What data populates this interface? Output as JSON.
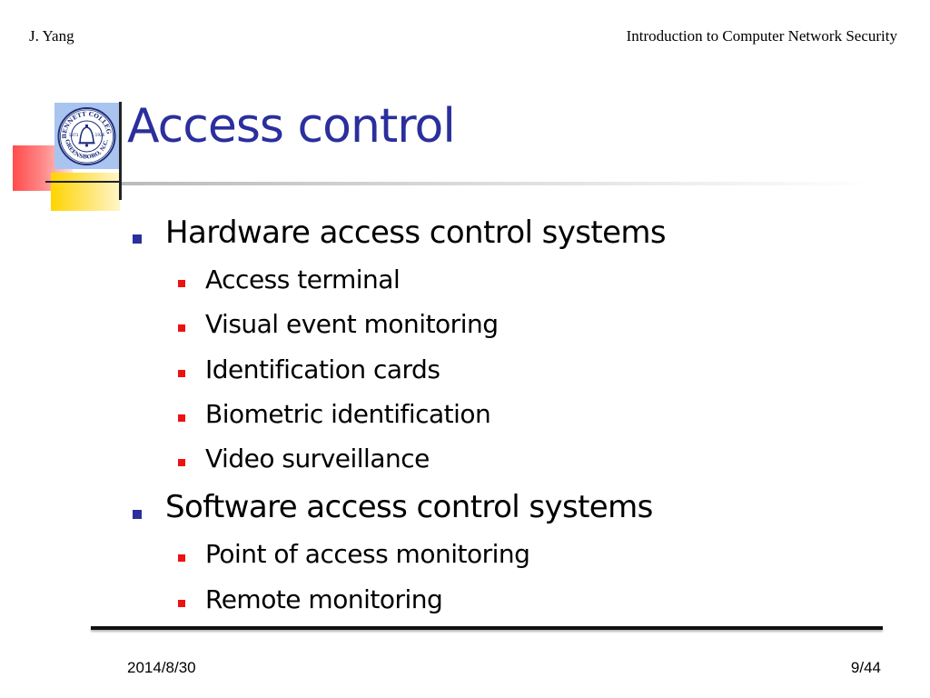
{
  "header": {
    "author": "J. Yang",
    "course": "Introduction to Computer Network Security"
  },
  "slide": {
    "title": "Access control",
    "logo": {
      "top_arc": "BENNETT COLLEGE",
      "bottom_arc": "GREENSBORO, N.C.",
      "year_left": "1873",
      "year_right": "1926",
      "icon": "liberty-bell-icon"
    },
    "bullets": [
      {
        "text": "Hardware access control systems",
        "items": [
          "Access terminal",
          "Visual event monitoring",
          "Identification cards",
          "Biometric identification",
          "Video surveillance"
        ]
      },
      {
        "text": "Software access control systems",
        "items": [
          "Point of access monitoring",
          "Remote monitoring"
        ]
      }
    ]
  },
  "footer": {
    "date": "2014/8/30",
    "page": "9/44"
  },
  "colors": {
    "title": "#2b2f9c",
    "bullet_level1": "#2b2f9c",
    "bullet_level2": "#ee1111",
    "deco_red": "#ff4b4b",
    "deco_yellow": "#ffd400",
    "logo_bg": "#a9c4ef"
  }
}
